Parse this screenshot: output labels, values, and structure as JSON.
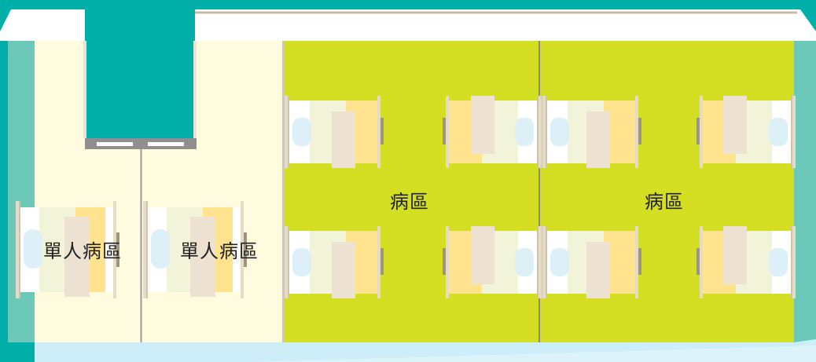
{
  "colors": {
    "teal": "#00B0A8",
    "wall_side": "#6CC8B8",
    "cream": "#FFFBDE",
    "green": "#D4DE22",
    "corridor": "#CDEEF8",
    "roof": "#FFFFFF"
  },
  "rooms": {
    "single_left": {
      "label": "單人病區"
    },
    "single_right": {
      "label": "單人病區"
    },
    "ward_left": {
      "label": "病區"
    },
    "ward_right": {
      "label": "病區"
    }
  }
}
